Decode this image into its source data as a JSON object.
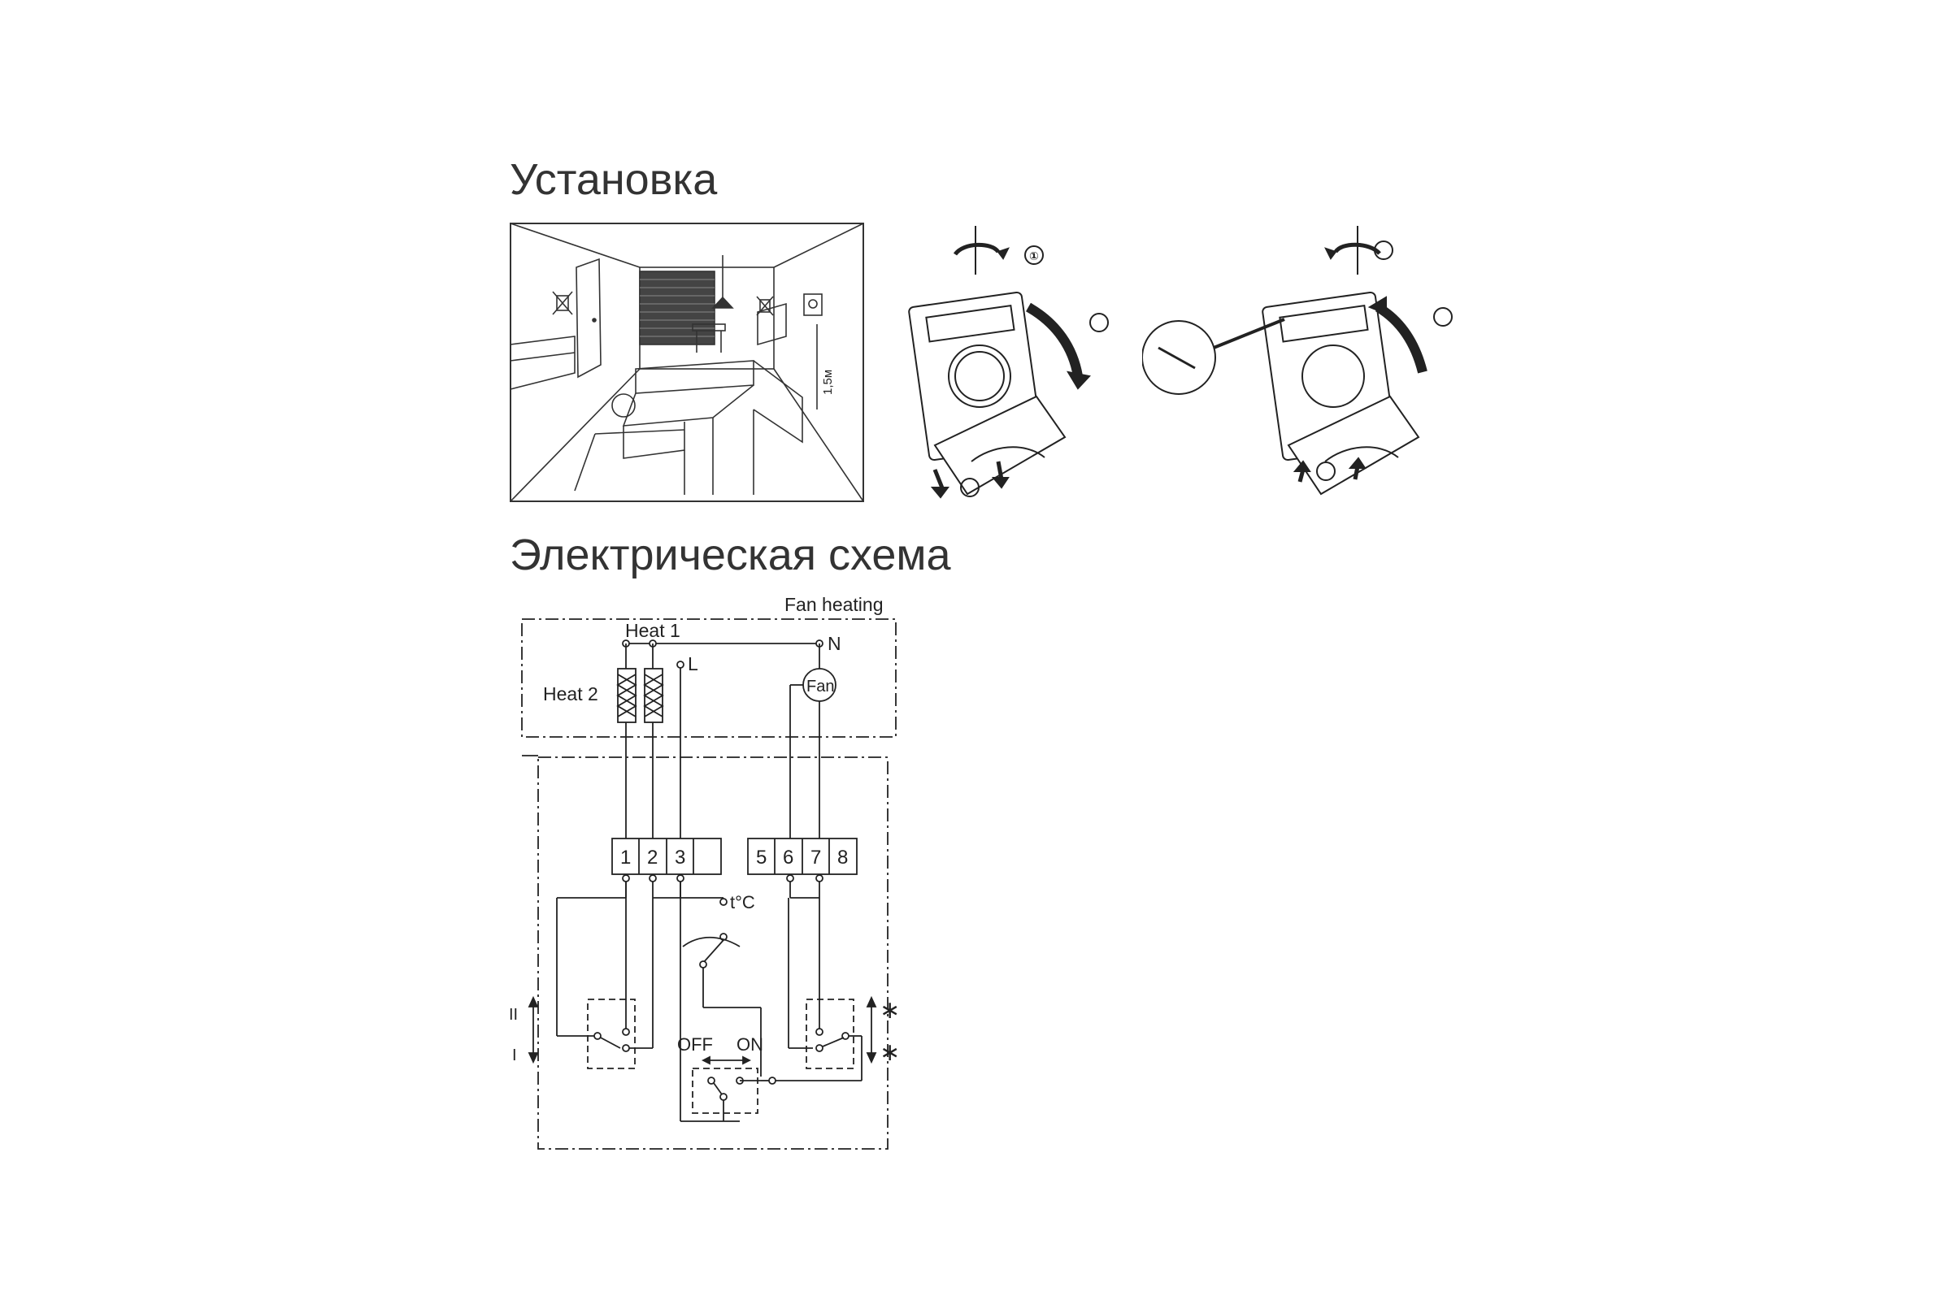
{
  "installation": {
    "heading": "Установка",
    "height_label": "1,5м"
  },
  "wiring": {
    "heading": "Электрическая схема",
    "fan_heating": "Fan heating",
    "heat1": "Heat 1",
    "heat2": "Heat 2",
    "N": "N",
    "L": "L",
    "fan": "Fan",
    "terminals": [
      "1",
      "2",
      "3",
      "5",
      "6",
      "7",
      "8"
    ],
    "temp": "t°C",
    "off": "OFF",
    "on": "ON",
    "level_two": "II",
    "level_one": "I",
    "star": "∗"
  }
}
